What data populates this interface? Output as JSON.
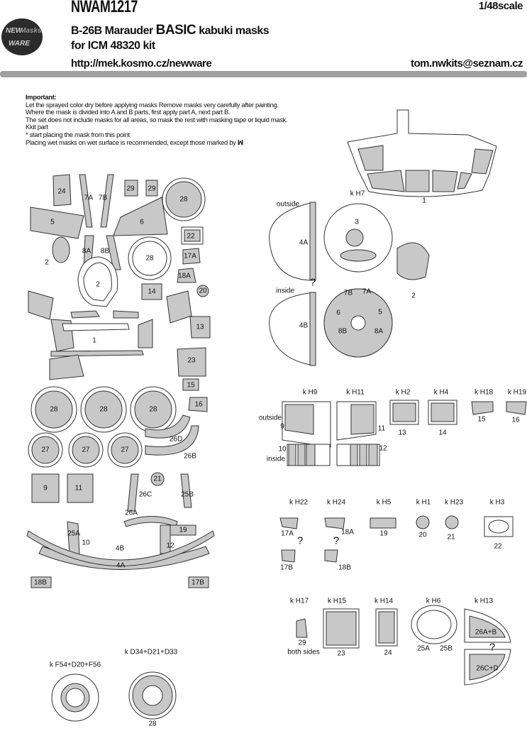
{
  "header": {
    "code": "NWAM1217",
    "scale": "1/48scale",
    "title_prefix": "B-26B Marauder",
    "title_basic": "BASIC",
    "title_suffix": "kabuki masks",
    "kit": "for ICM 48320 kit",
    "url": "http://mek.kosmo.cz/newware",
    "email": "tom.nwkits@seznam.cz",
    "logo": {
      "line1": "NEW",
      "line2": "Masks",
      "line3": "WARE"
    }
  },
  "notes": {
    "heading": "Important:",
    "lines": [
      "Let the sprayed color dry before applying masks Remove masks very carefully after painting.",
      "Where the mask is divided into A and B parts, first apply part A, next part B.",
      "The set does not include masks for all areas, so mask the rest with masking tape or liquid mask.",
      "Kkit part",
      "* start placing the mask from this point",
      "Placing wet masks on wet surface is recommended, except those marked by"
    ]
  },
  "colors": {
    "mask_fill": "#c8c8c8",
    "outline": "#333333",
    "rule": "#a0a0a0"
  },
  "sheet_labels": [
    "24",
    "7A",
    "7B",
    "29",
    "29",
    "28",
    "5",
    "6",
    "22",
    "2",
    "8A",
    "8B",
    "28",
    "17A",
    "18A",
    "2",
    "14",
    "20",
    "13",
    "1",
    "23",
    "15",
    "16",
    "28",
    "28",
    "28",
    "26D",
    "27",
    "27",
    "27",
    "26B",
    "21",
    "9",
    "11",
    "26C",
    "25B",
    "26A",
    "19",
    "25A",
    "10",
    "12",
    "4B",
    "4A",
    "18B",
    "17B"
  ],
  "guide_labels": [
    "k H7",
    "outside",
    "3",
    "4A",
    "inside",
    "?",
    "7B",
    "7A",
    "6",
    "5",
    "8B",
    "8A",
    "4B",
    "2",
    "1",
    "k H9",
    "k H11",
    "k H2",
    "k H4",
    "k H18",
    "k H19",
    "outside",
    "9",
    "11",
    "13",
    "14",
    "15",
    "16",
    "10",
    "inside",
    "12",
    "k H22",
    "k H24",
    "k H5",
    "k H1",
    "k H23",
    "k H3",
    "17A",
    "18A",
    "19",
    "20",
    "21",
    "22",
    "?",
    "?",
    "17B",
    "18B",
    "k H17",
    "k H15",
    "k H14",
    "k H6",
    "k H13",
    "29",
    "both sides",
    "23",
    "24",
    "25A",
    "25B",
    "26A+B",
    "?",
    "26C+D",
    "k F54+D20+F56",
    "k D34+D21+D33",
    "28"
  ]
}
